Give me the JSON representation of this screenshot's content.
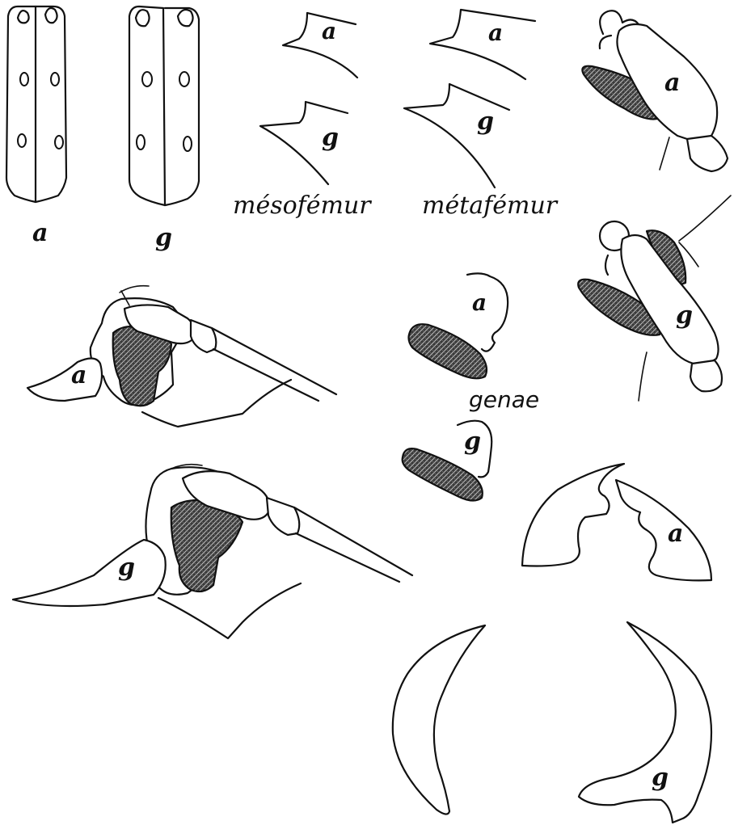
{
  "labels": {
    "adult": "a",
    "gynandro": "g"
  },
  "captions": {
    "mesofemur": "mésofémur",
    "metafemur": "métafémur",
    "genae": "genae"
  }
}
